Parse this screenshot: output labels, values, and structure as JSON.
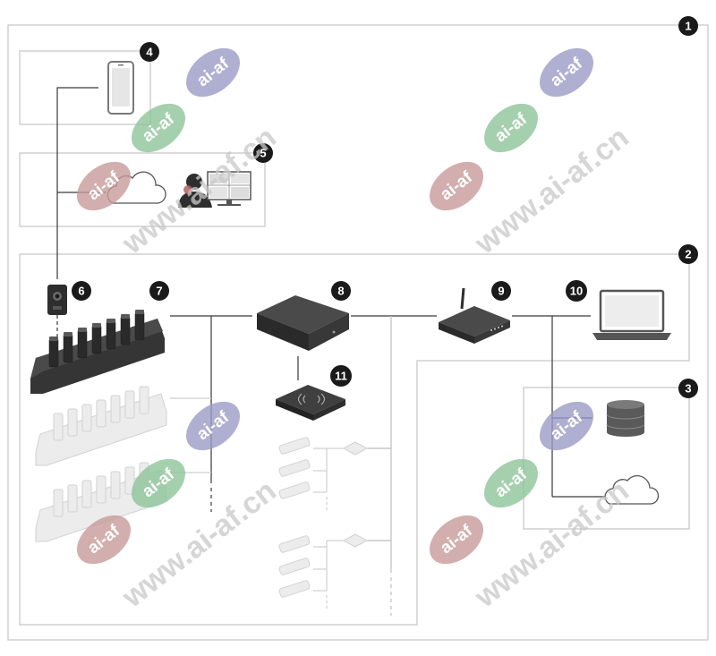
{
  "diagram": {
    "zone_badges": [
      "1",
      "2",
      "3",
      "4",
      "5"
    ],
    "device_badges": [
      "6",
      "7",
      "8",
      "9",
      "10",
      "11"
    ],
    "components": {
      "smartphone": "smartphone-icon",
      "cloud_zone5": "cloud-icon",
      "operator": "operator-icon",
      "monitors": "monitor-wall-icon",
      "body_camera": "body-worn-camera-icon",
      "docking_station": "docking-station-icon",
      "system_controller": "system-controller-icon",
      "rfid_reader": "rfid-reader-icon",
      "router": "router-icon",
      "laptop": "laptop-icon",
      "database": "database-icon",
      "cloud_storage": "cloud-storage-icon"
    },
    "colors": {
      "line": "#3a3a3a",
      "frame": "#c8c8c8",
      "badge": "#1a1a1a",
      "device_dark": "#2e2e2e",
      "device_ghost": "#e9e9e9",
      "accent_line": "#2a2a8a"
    }
  },
  "watermark": {
    "oval_label": "ai-af",
    "url_text": "www.ai-af.cn",
    "colors": {
      "blue": "#9b9bc6",
      "green": "#8fc49a",
      "red": "#c79a9a"
    }
  }
}
